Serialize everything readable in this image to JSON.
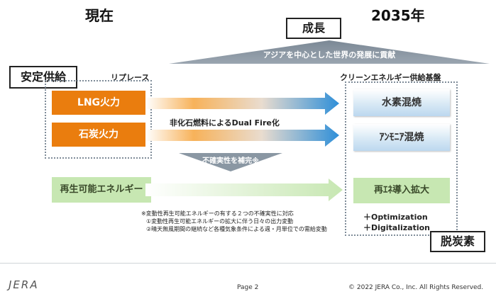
{
  "headings": {
    "now": "現在",
    "year": "2035年"
  },
  "growth": {
    "label": "成長",
    "banner": "アジアを中心とした世界の発展に貢献"
  },
  "stable_supply": {
    "label": "安定供給",
    "replace": "リプレース",
    "lng": "LNG火力",
    "coal": "石炭火力"
  },
  "clean_platform": {
    "label": "クリーンエネルギー供給基盤",
    "hydrogen": "水素混焼",
    "ammonia": "ｱﾝﾓﾆｱ混焼"
  },
  "dual_fire": "非化石燃料によるDual Fire化",
  "complement": "不確実性を補完※",
  "renewable": {
    "source": "再生可能エネルギー",
    "target": "再ｴﾈ導入拡大",
    "opt1": "＋Optimization",
    "opt2": "＋Digitalization"
  },
  "decarbonization": "脱炭素",
  "notes": [
    "※変動性再生可能エネルギーの有する２つの不確実性に対応",
    "①変動性再生可能エネルギーの拡大に伴う日々の出力変動",
    "②晴天無風期間の継続など各種気象条件による週・月単位での需給変動"
  ],
  "footer": {
    "logo": "JERA",
    "page": "Page 2",
    "copyright": "© 2022 JERA Co., Inc. All Rights Reserved."
  },
  "colors": {
    "orange": "#ea7d0e",
    "blue": "#2f8fd8",
    "green": "#c7e7b2",
    "gray": "#8a97a3"
  }
}
